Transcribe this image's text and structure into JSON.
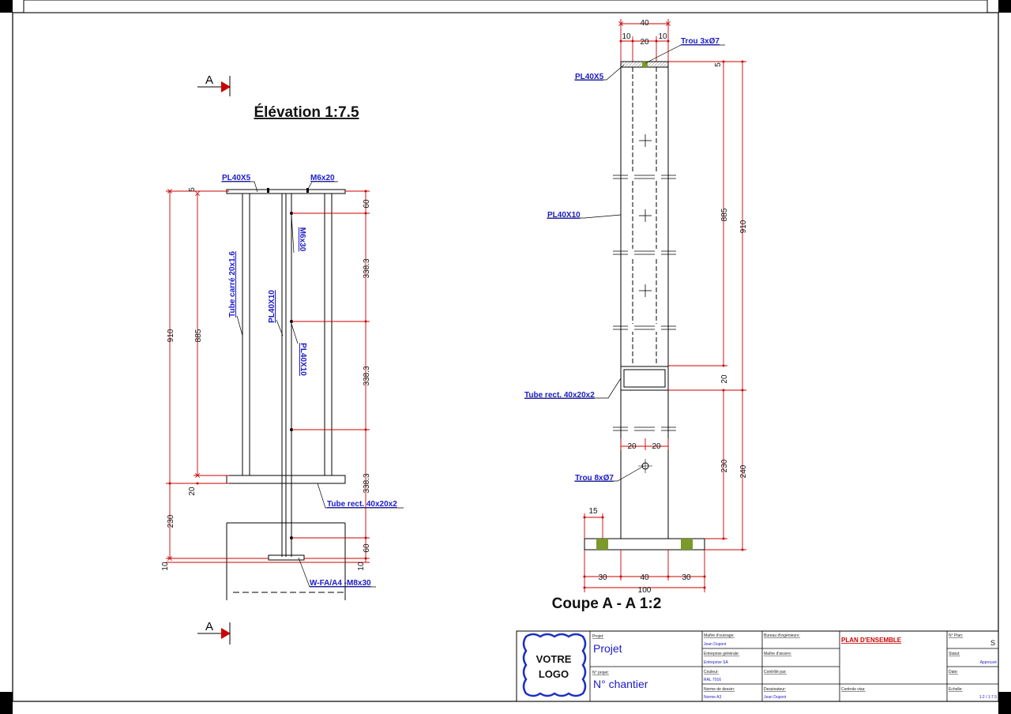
{
  "elevation": {
    "title": "Élévation 1:7.5",
    "section_marker": "A",
    "labels": {
      "pl40x5": "PL40X5",
      "m6x20": "M6x20",
      "tube_carre": "Tube carré 20x1.6",
      "pl40x10_a": "PL40X10",
      "pl40x10_b": "PL40X10",
      "m6x30": "M6x30",
      "tube_rect": "Tube rect. 40x20x2",
      "anchor": "W-FA/A4 -M8x30"
    },
    "dims": {
      "d910": "910",
      "d885": "885",
      "d5": "5",
      "d60_top": "60",
      "d338_1": "338.3",
      "d338_2": "338.3",
      "d338_3": "338.3",
      "d20": "20",
      "d230": "230",
      "d60_bot": "60",
      "d10_l": "10",
      "d10_r": "10"
    }
  },
  "section": {
    "title": "Coupe A - A 1:2",
    "labels": {
      "trou3": "Trou 3xØ7",
      "pl40x5": "PL40X5",
      "pl40x10": "PL40X10",
      "tube_rect": "Tube rect. 40x20x2",
      "trou8": "Trou 8xØ7"
    },
    "dims": {
      "w40_top": "40",
      "w10_l": "10",
      "w20_top": "20",
      "w10_r": "10",
      "d5": "5",
      "d885": "885",
      "d910": "910",
      "d20": "20",
      "d230": "230",
      "d240": "240",
      "h20_l": "20",
      "h20_r": "20",
      "d15": "15",
      "b30_l": "30",
      "b40": "40",
      "b30_r": "30",
      "b100": "100"
    }
  },
  "title_block": {
    "logo_line1": "VOTRE",
    "logo_line2": "LOGO",
    "projet_label": "Projet:",
    "projet_value": "Projet",
    "chantier_label": "N° projet:",
    "chantier_value": "N° chantier",
    "maitre_ouvrage_label": "Maître d'ouvrage:",
    "maitre_ouvrage_value": "Jean Dupont",
    "entreprise_label": "Entreprise générale:",
    "entreprise_value": "Entreprise SA",
    "couleur_label": "Couleur:",
    "couleur_value": "RAL 7016",
    "norme_label": "Norme de dessin:",
    "norme_value": "Norme A3",
    "bureau_label": "Bureau d'ingénieurs:",
    "bureau_label2": "Maître d'œuvre:",
    "dessinateur_label": "Dessinateur:",
    "dessinateur_value": "Jean Dupont",
    "controle_label": "Contrôlé par:",
    "controle_label2": "Controle visa:",
    "plan_title": "PLAN D'ENSEMBLE",
    "plan_no_label": "N° Plan:",
    "plan_no_value": "S",
    "statut_label": "Statut:",
    "statut_value": "Approuvé",
    "date_label": "Date:",
    "echelle_label": "Echelle:",
    "echelle_value": "1:2 / 1:7.5"
  }
}
